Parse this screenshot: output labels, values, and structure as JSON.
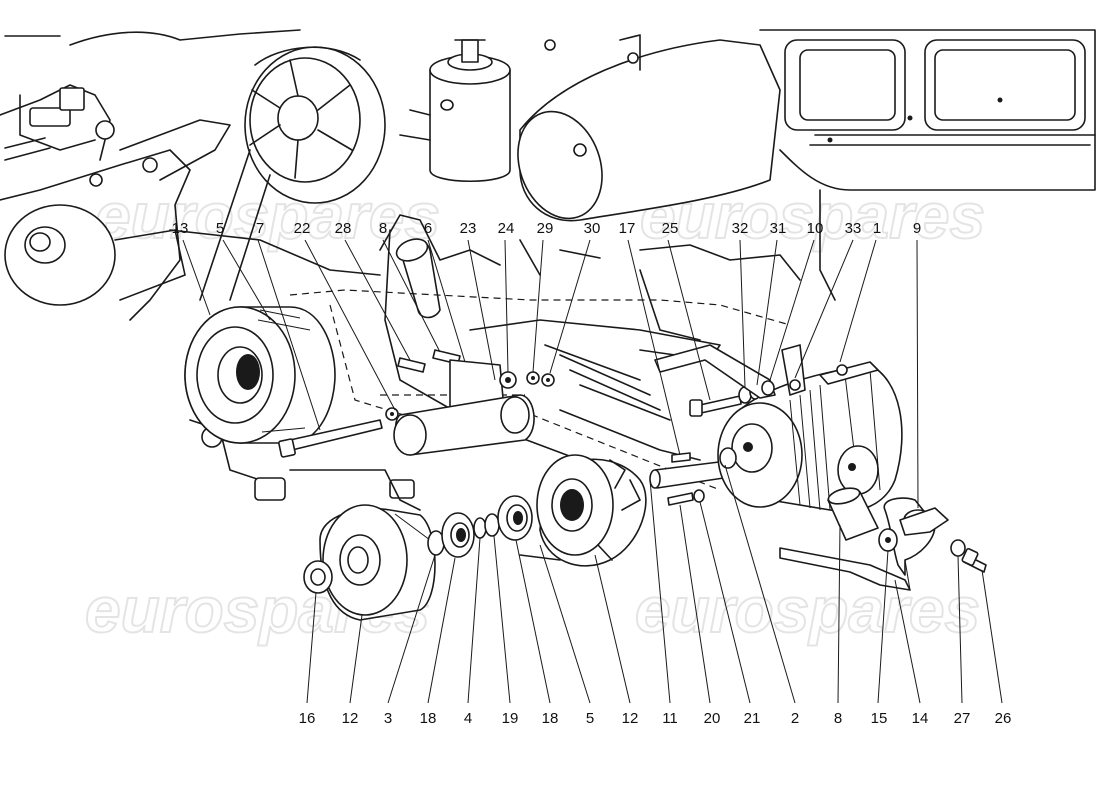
{
  "watermark": {
    "text": "eurospares",
    "color": "#cfcfcf"
  },
  "callouts": [
    {
      "label": "13"
    },
    {
      "label": "5"
    },
    {
      "label": "7"
    },
    {
      "label": "22"
    },
    {
      "label": "28"
    },
    {
      "label": "8"
    },
    {
      "label": "6"
    },
    {
      "label": "23"
    },
    {
      "label": "24"
    },
    {
      "label": "29"
    },
    {
      "label": "30"
    },
    {
      "label": "17"
    },
    {
      "label": "25"
    },
    {
      "label": "32"
    },
    {
      "label": "31"
    },
    {
      "label": "10"
    },
    {
      "label": "33"
    },
    {
      "label": "1"
    },
    {
      "label": "9"
    },
    {
      "label": "16"
    },
    {
      "label": "12"
    },
    {
      "label": "3"
    },
    {
      "label": "18"
    },
    {
      "label": "4"
    },
    {
      "label": "19"
    },
    {
      "label": "18"
    },
    {
      "label": "5"
    },
    {
      "label": "12"
    },
    {
      "label": "11"
    },
    {
      "label": "20"
    },
    {
      "label": "21"
    },
    {
      "label": "2"
    },
    {
      "label": "8"
    },
    {
      "label": "15"
    },
    {
      "label": "14"
    },
    {
      "label": "27"
    },
    {
      "label": "26"
    }
  ],
  "diagram": {
    "line_color": "#1a1a1a",
    "background": "#ffffff",
    "parts": [
      "engine-block-outline",
      "fan-pulley",
      "oil-filter",
      "air-intake-horn",
      "radiator",
      "crankshaft-pulley",
      "idler-pulley",
      "idler-bracket",
      "pulley-cover",
      "bearing",
      "circlip",
      "sprocket-pulley",
      "alternator",
      "bracket-arm",
      "hose-fitting",
      "mounting-strap",
      "bolt",
      "washer",
      "nut"
    ]
  }
}
